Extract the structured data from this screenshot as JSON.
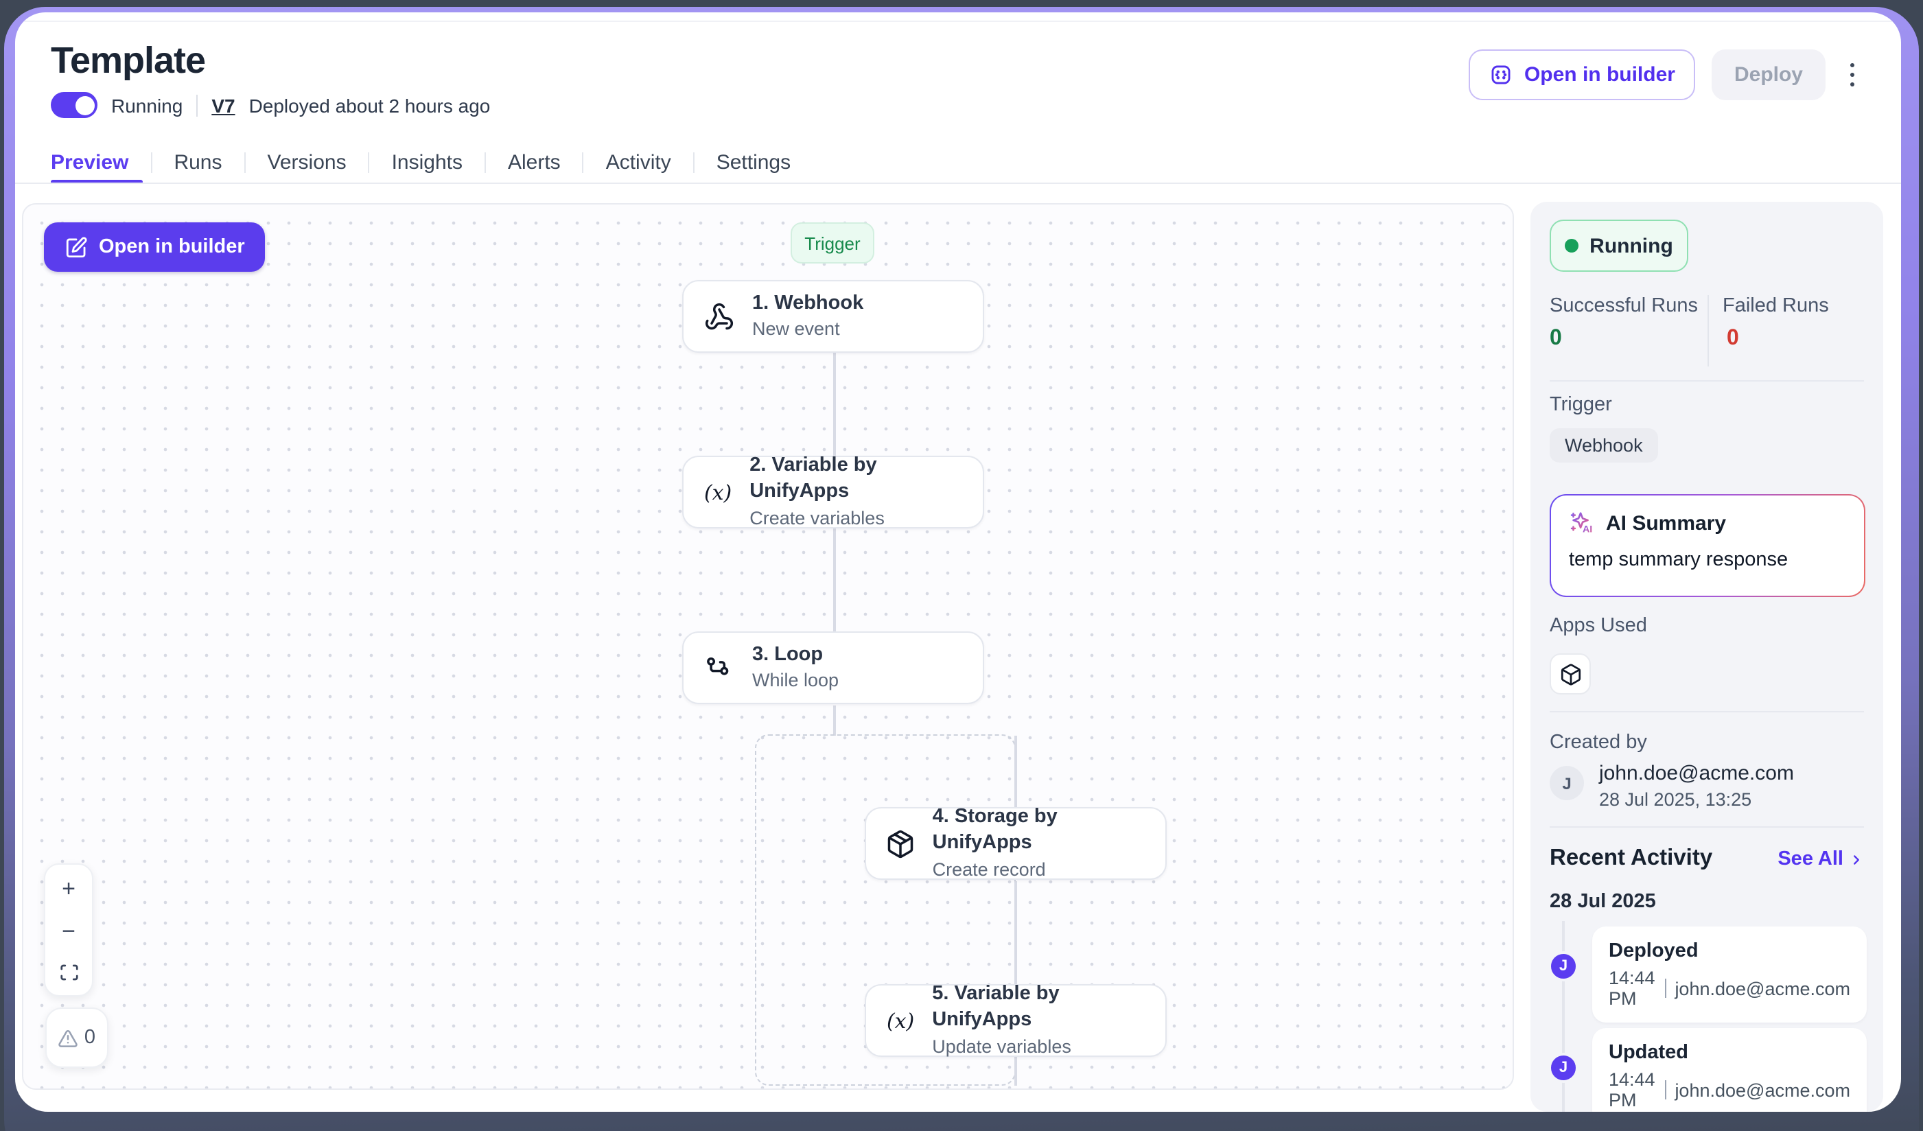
{
  "header": {
    "title": "Template",
    "status_label": "Running",
    "version": "V7",
    "deploy_info": "Deployed about 2 hours ago",
    "open_in_builder_label": "Open in builder",
    "deploy_label": "Deploy"
  },
  "tabs": {
    "items": [
      {
        "label": "Preview",
        "active": true
      },
      {
        "label": "Runs",
        "active": false
      },
      {
        "label": "Versions",
        "active": false
      },
      {
        "label": "Insights",
        "active": false
      },
      {
        "label": "Alerts",
        "active": false
      },
      {
        "label": "Activity",
        "active": false
      },
      {
        "label": "Settings",
        "active": false
      }
    ]
  },
  "canvas": {
    "open_in_builder_label": "Open in builder",
    "trigger_badge": "Trigger",
    "nodes": [
      {
        "title": "1. Webhook",
        "subtitle": "New event",
        "icon": "webhook-icon"
      },
      {
        "title": "2. Variable by UnifyApps",
        "subtitle": "Create variables",
        "icon": "variable-icon",
        "icon_glyph": "(x)"
      },
      {
        "title": "3. Loop",
        "subtitle": "While loop",
        "icon": "loop-icon"
      },
      {
        "title": "4. Storage by UnifyApps",
        "subtitle": "Create record",
        "icon": "package-icon"
      },
      {
        "title": "5. Variable by UnifyApps",
        "subtitle": "Update variables",
        "icon": "variable-icon",
        "icon_glyph": "(x)"
      }
    ],
    "zoom_controls": {
      "zoom_in": "+",
      "zoom_out": "−",
      "error_count": "0"
    }
  },
  "panel": {
    "status": "Running",
    "successful_runs_label": "Successful Runs",
    "successful_runs_value": "0",
    "failed_runs_label": "Failed Runs",
    "failed_runs_value": "0",
    "trigger_label": "Trigger",
    "trigger_type": "Webhook",
    "ai_summary": {
      "title": "AI Summary",
      "body": "temp summary response"
    },
    "apps_used_label": "Apps Used",
    "created_by_label": "Created by",
    "creator": {
      "initial": "J",
      "email": "john.doe@acme.com",
      "date": "28 Jul 2025, 13:25"
    },
    "recent_activity_label": "Recent Activity",
    "see_all_label": "See All",
    "activity_date": "28 Jul 2025",
    "activities": [
      {
        "initial": "J",
        "action": "Deployed",
        "time": "14:44 PM",
        "user": "john.doe@acme.com"
      },
      {
        "initial": "J",
        "action": "Updated",
        "time": "14:44 PM",
        "user": "john.doe@acme.com"
      }
    ]
  },
  "colors": {
    "primary": "#5b3df0",
    "success": "#17a05a",
    "success_text": "#177a46",
    "danger": "#d23b32",
    "frame_purple": "#a396f3",
    "backdrop": "#3e4755"
  }
}
